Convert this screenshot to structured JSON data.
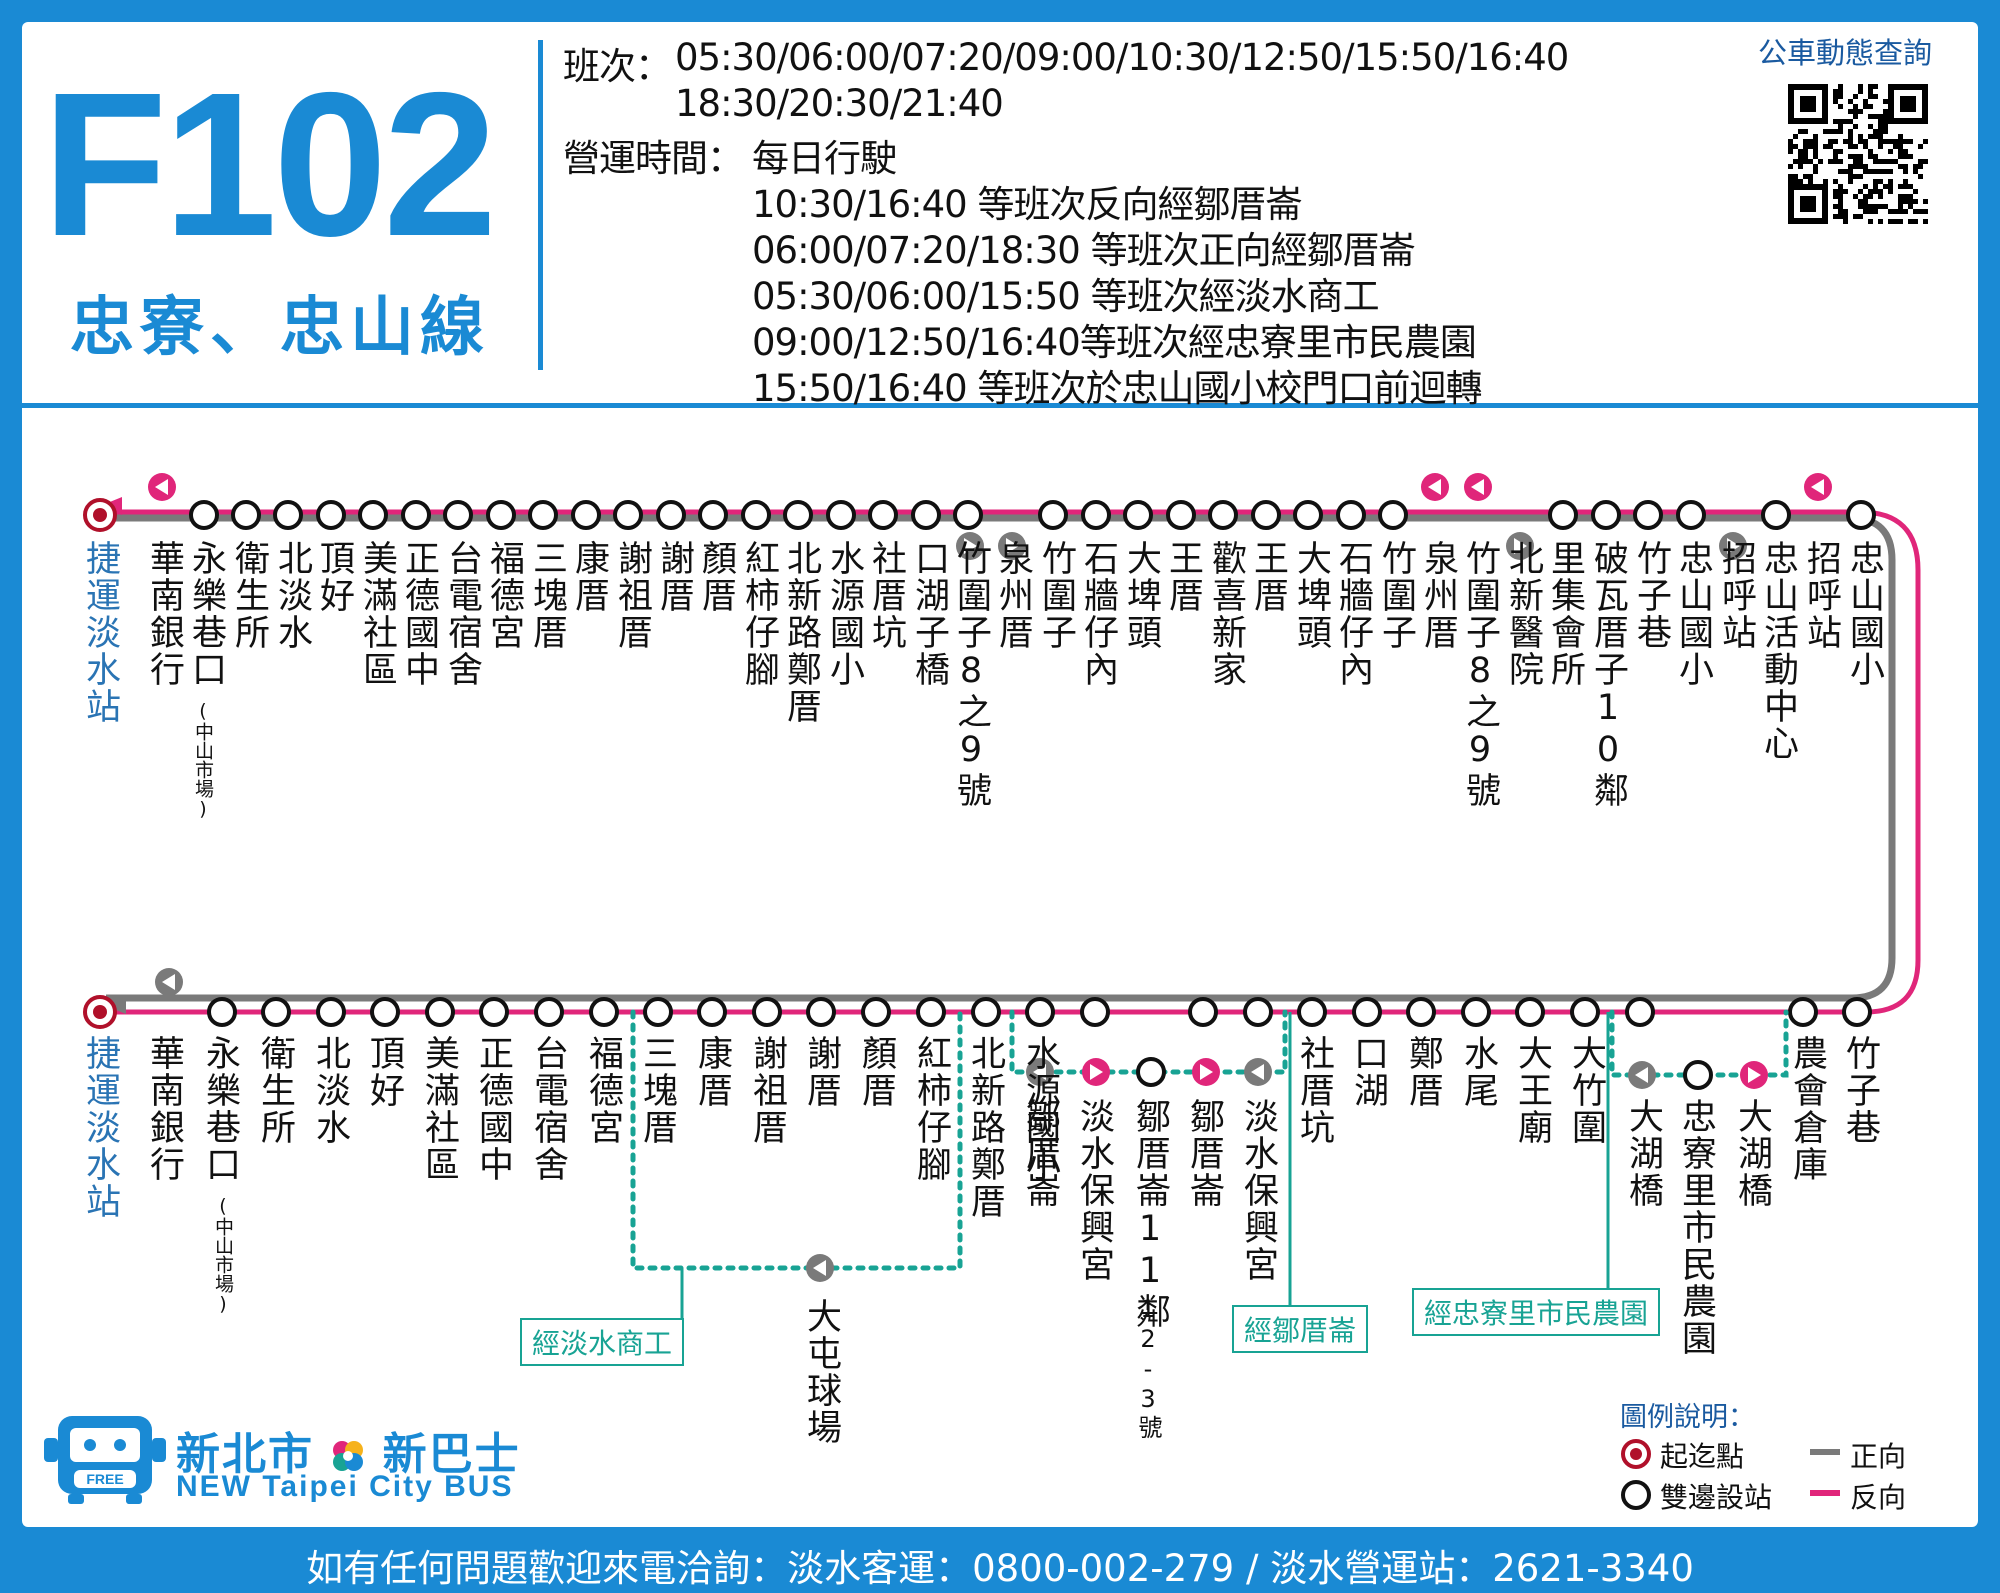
{
  "header": {
    "route_code": "F102",
    "route_name": "忠寮、忠山線",
    "schedule_label": "班次：",
    "schedule_line1": "05:30/06:00/07:20/09:00/10:30/12:50/15:50/16:40",
    "schedule_line2": "18:30/20:30/21:40",
    "operation_label": "營運時間：",
    "operation_value": "每日行駛",
    "notes": [
      "10:30/16:40 等班次反向經鄒厝崙",
      "06:00/07:20/18:30 等班次正向經鄒厝崙",
      "05:30/06:00/15:50 等班次經淡水商工",
      "09:00/12:50/16:40等班次經忠寮里市民農園",
      "15:50/16:40 等班次於忠山國小校門口前迴轉"
    ],
    "qr_label": "公車動態查詢"
  },
  "top_row": {
    "terminal": "捷運淡水站",
    "stops": [
      "華南銀行",
      "永樂巷口",
      "衛生所",
      "北淡水",
      "頂好",
      "美滿社區",
      "正德國中",
      "台電宿舍",
      "福德宮",
      "三塊厝",
      "康厝",
      "謝祖厝",
      "謝厝",
      "顏厝",
      "紅柿仔腳",
      "北新路鄭厝",
      "水源國小",
      "社厝坑",
      "口湖子橋",
      "竹圍子8之9號",
      "泉州厝",
      "竹圍子",
      "石牆仔內",
      "大埤頭",
      "王厝",
      "歡喜新家",
      "王厝",
      "大埤頭",
      "石牆仔內",
      "竹圍子",
      "泉州厝",
      "竹圍子8之9號",
      "北新醫院",
      "里集會所",
      "破瓦厝子10鄰",
      "竹子巷",
      "忠山國小",
      "招呼站",
      "忠山活動中心",
      "招呼站",
      "忠山國小"
    ],
    "yongle_note": "(中山市場)"
  },
  "bottom_row": {
    "terminal": "捷運淡水站",
    "stops": [
      "華南銀行",
      "永樂巷口",
      "衛生所",
      "北淡水",
      "頂好",
      "美滿社區",
      "正德國中",
      "台電宿舍",
      "福德宮",
      "三塊厝",
      "康厝",
      "謝祖厝",
      "謝厝",
      "顏厝",
      "紅柿仔腳",
      "北新路鄭厝",
      "水源國小",
      "鄒厝崙",
      "淡水保興宮",
      "鄒厝崙11鄰",
      "鄒厝崙",
      "淡水保興宮",
      "社厝坑",
      "口湖",
      "鄭厝",
      "水尾",
      "大王廟",
      "大竹圍",
      "大湖橋",
      "忠寮里市民農園",
      "大湖橋",
      "農會倉庫",
      "竹子巷"
    ],
    "yongle_note": "(中山市場)",
    "zou_note": "12-3號",
    "branch_stop": "大屯球場"
  },
  "boxes": {
    "school": "經淡水商工",
    "zou": "經鄒厝崙",
    "farm": "經忠寮里市民農園"
  },
  "logo": {
    "cn_left": "新北市",
    "cn_right": "新巴士",
    "en": "NEW Taipei City BUS",
    "bus_badge": "FREE"
  },
  "legend": {
    "title": "圖例說明：",
    "terminal": "起迄點",
    "both": "雙邊設站",
    "forward": "正向",
    "reverse": "反向"
  },
  "footer": "如有任何問題歡迎來電洽詢：淡水客運：0800-002-279 / 淡水營運站：2621-3340",
  "colors": {
    "blue": "#1a8ad4",
    "pink": "#e0267a",
    "gray": "#7a7a7a",
    "teal": "#18a394"
  }
}
